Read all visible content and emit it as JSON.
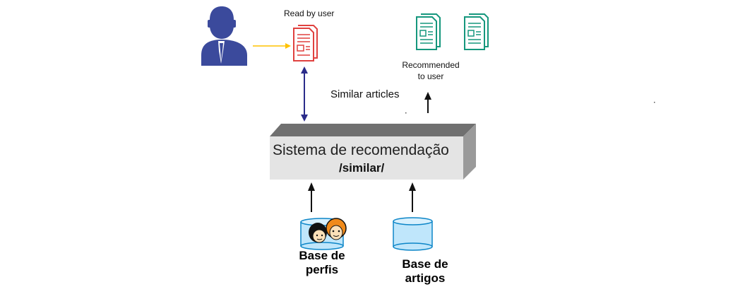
{
  "diagram": {
    "read_by_user": "Read by user",
    "recommended_line1": "Recommended",
    "recommended_line2": "to user",
    "similar_articles": "Similar articles",
    "system_title": "Sistema de recomendação",
    "system_subtitle": "/similar/",
    "profiles_db_line1": "Base de",
    "profiles_db_line2": "perfis",
    "articles_db_line1": "Base de",
    "articles_db_line2": "artigos"
  },
  "colors": {
    "user": "#3b4a9c",
    "read_doc": "#e0413f",
    "recommended_doc": "#15977d",
    "double_arrow": "#2b2c8a",
    "input_arrow": "#ffc200",
    "box_face": "#e4e4e4",
    "box_top": "#707070",
    "box_side": "#9a9a9a",
    "db_fill": "#bfe6fb",
    "db_stroke": "#0d86c8"
  },
  "icons": [
    "user-icon",
    "document-icon",
    "database-icon",
    "faces-icon"
  ]
}
